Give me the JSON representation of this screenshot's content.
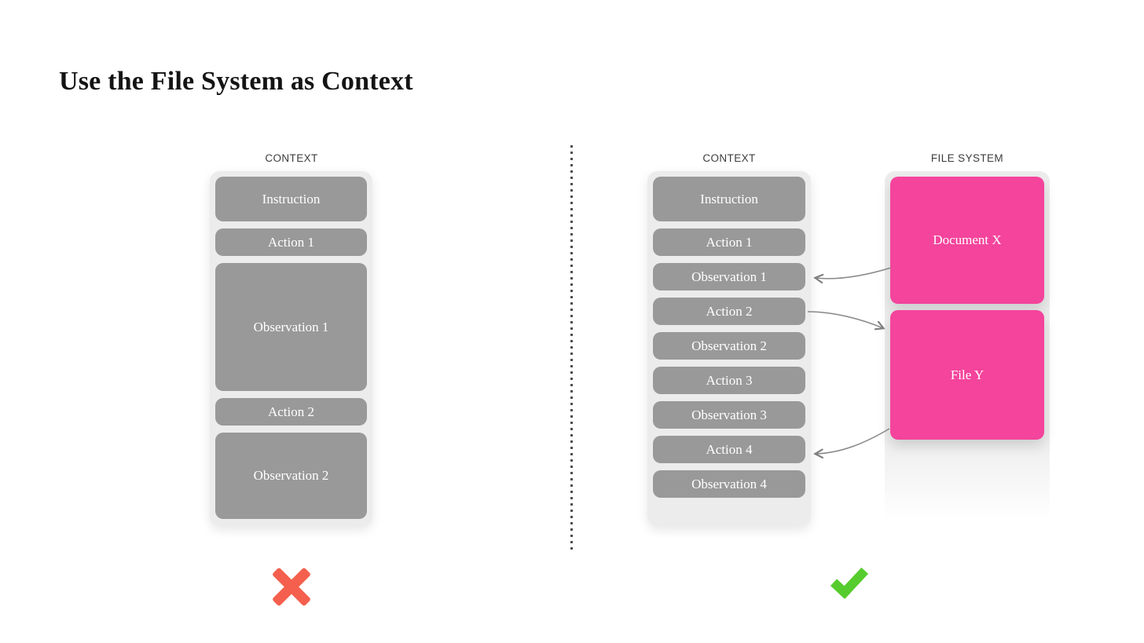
{
  "title": "Use the File System as Context",
  "left": {
    "header": "CONTEXT",
    "boxes": [
      "Instruction",
      "Action 1",
      "Observation 1",
      "Action 2",
      "Observation 2"
    ],
    "verdict": "rejected"
  },
  "right": {
    "context": {
      "header": "CONTEXT",
      "boxes": [
        "Instruction",
        "Action 1",
        "Observation 1",
        "Action 2",
        "Observation 2",
        "Action 3",
        "Observation 3",
        "Action 4",
        "Observation 4"
      ]
    },
    "file_system": {
      "header": "FILE SYSTEM",
      "boxes": [
        "Document X",
        "File Y"
      ]
    },
    "verdict": "accepted"
  },
  "arrows": [
    {
      "from": "Document X",
      "to": "Observation 1"
    },
    {
      "from": "Action 2",
      "to": "File Y"
    },
    {
      "from": "File Y",
      "to": "Action 4"
    }
  ],
  "icons": {
    "reject": "x-icon",
    "accept": "check-icon"
  },
  "colors": {
    "box_gray": "#999999",
    "panel_gray": "#ececec",
    "pink": "#f4449c",
    "arrow_gray": "#878787",
    "x_red": "#f4604d",
    "check_green": "#57cc2e",
    "label_text": "#3d3d3d",
    "box_text": "#ffffff",
    "background": "#ffffff"
  }
}
